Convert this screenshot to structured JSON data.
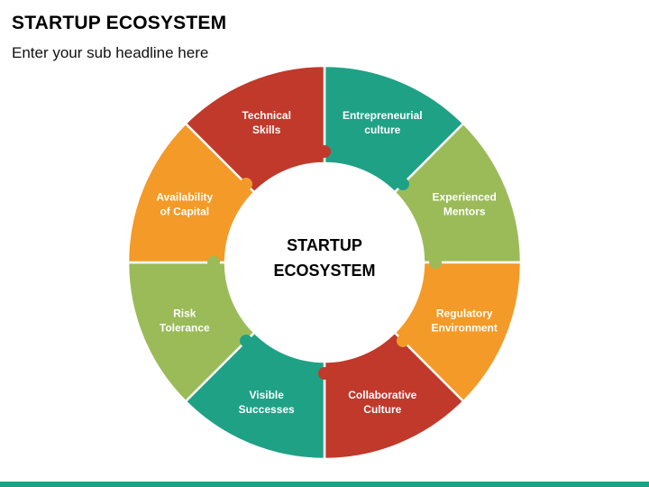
{
  "header": {
    "title": "STARTUP ECOSYSTEM",
    "subtitle": "Enter your sub headline here"
  },
  "diagram": {
    "center": [
      "STARTUP",
      "ECOSYSTEM"
    ],
    "segments": [
      {
        "lines": [
          "Entrepreneurial",
          "culture"
        ],
        "color": "#1fa186"
      },
      {
        "lines": [
          "Experienced",
          "Mentors"
        ],
        "color": "#9bbb59"
      },
      {
        "lines": [
          "Regulatory",
          "Environment"
        ],
        "color": "#f39a28"
      },
      {
        "lines": [
          "Collaborative",
          "Culture"
        ],
        "color": "#c0392b"
      },
      {
        "lines": [
          "Visible",
          "Successes"
        ],
        "color": "#1fa186"
      },
      {
        "lines": [
          "Risk",
          "Tolerance"
        ],
        "color": "#9bbb59"
      },
      {
        "lines": [
          "Availability",
          "of Capital"
        ],
        "color": "#f39a28"
      },
      {
        "lines": [
          "Technical",
          "Skills"
        ],
        "color": "#c0392b"
      }
    ]
  },
  "footer": {
    "bar_color": "#1fa186"
  }
}
